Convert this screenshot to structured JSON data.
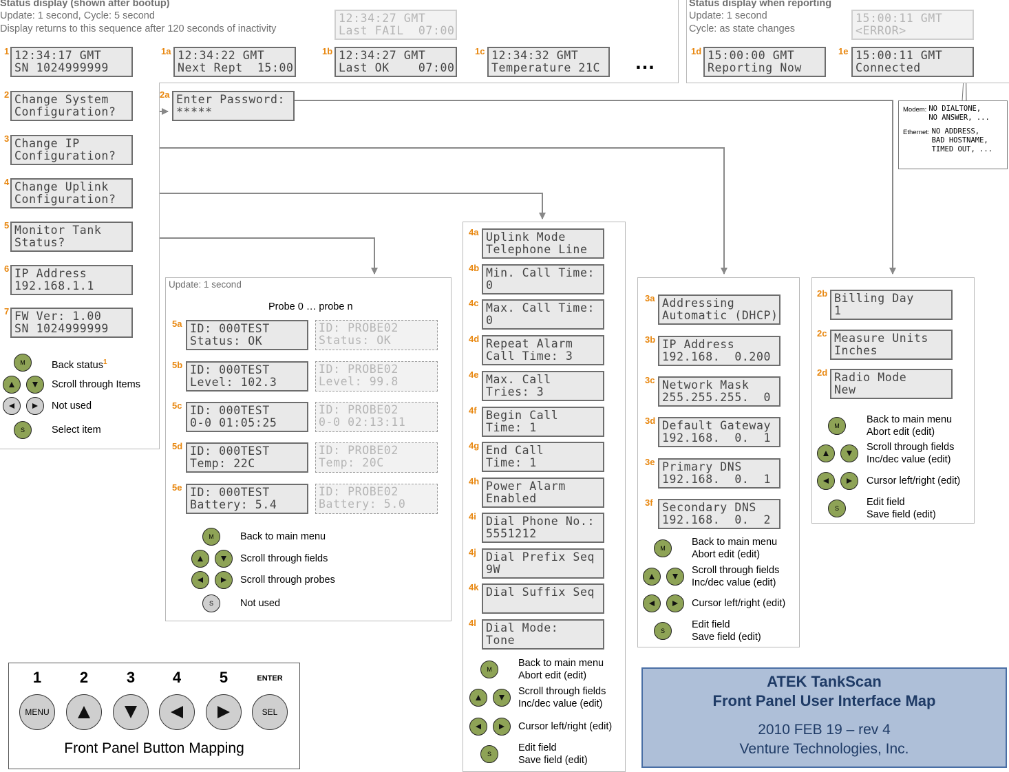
{
  "status_bootup": {
    "title": "Status display (shown after bootup)",
    "update": "Update: 1 second, Cycle: 5 second",
    "returns": "Display returns to this sequence after 120 seconds of inactivity",
    "fail_display": "12:34:27 GMT\nLast FAIL  07:00",
    "screens": [
      {
        "num": "1",
        "text": "12:34:17 GMT\nSN 1024999999"
      },
      {
        "num": "1a",
        "text": "12:34:22 GMT\nNext Rept  15:00"
      },
      {
        "num": "1b",
        "text": "12:34:27 GMT\nLast OK    07:00"
      },
      {
        "num": "1c",
        "text": "12:34:32 GMT\nTemperature 21C"
      }
    ],
    "ellipsis": "…"
  },
  "status_reporting": {
    "title": "Status display when reporting",
    "update": "Update: 1 second",
    "cycle": "Cycle: as state changes",
    "error_display": "15:00:11 GMT\n<ERROR>",
    "screens": [
      {
        "num": "1d",
        "text": "15:00:00 GMT\nReporting Now"
      },
      {
        "num": "1e",
        "text": "15:00:11 GMT\nConnected"
      }
    ]
  },
  "error_note": {
    "modem_label": "Modem:",
    "modem_text": "NO DIALTONE,\nNO ANSWER, ...",
    "ethernet_label": "Ethernet:",
    "ethernet_text": "NO ADDRESS,\nBAD HOSTNAME,\nTIMED OUT, ..."
  },
  "main_menu": [
    {
      "num": "2",
      "text": "Change System\nConfiguration?"
    },
    {
      "num": "3",
      "text": "Change IP\nConfiguration?"
    },
    {
      "num": "4",
      "text": "Change Uplink\nConfiguration?"
    },
    {
      "num": "5",
      "text": "Monitor Tank\nStatus?"
    },
    {
      "num": "6",
      "text": "IP Address\n192.168.1.1"
    },
    {
      "num": "7",
      "text": "FW Ver: 1.00\nSN 1024999999"
    }
  ],
  "main_legend": [
    {
      "icons": [
        "M"
      ],
      "text": "Back status",
      "sup": "1"
    },
    {
      "icons": [
        "up",
        "down"
      ],
      "text": "Scroll through Items",
      "sup": ""
    },
    {
      "icons": [
        "left",
        "right"
      ],
      "text": "Not used",
      "sup": ""
    },
    {
      "icons": [
        "S"
      ],
      "text": "Select item",
      "sup": ""
    }
  ],
  "password": {
    "num": "2a",
    "text": "Enter Password:\n*****"
  },
  "monitor": {
    "update": "Update: 1 second",
    "probe_heading": "Probe 0 … probe n",
    "screens": [
      {
        "num": "5a",
        "text": "ID: 000TEST\nStatus: OK",
        "alt": "ID: PROBE02\nStatus: OK"
      },
      {
        "num": "5b",
        "text": "ID: 000TEST\nLevel: 102.3",
        "alt": "ID: PROBE02\nLevel: 99.8"
      },
      {
        "num": "5c",
        "text": "ID: 000TEST\n0-0 01:05:25",
        "alt": "ID: PROBE02\n0-0 02:13:11"
      },
      {
        "num": "5d",
        "text": "ID: 000TEST\nTemp: 22C",
        "alt": "ID: PROBE02\nTemp: 20C"
      },
      {
        "num": "5e",
        "text": "ID: 000TEST\nBattery: 5.4",
        "alt": "ID: PROBE02\nBattery: 5.0"
      }
    ],
    "legend": [
      {
        "icons": [
          "M"
        ],
        "text": "Back to main menu"
      },
      {
        "icons": [
          "up",
          "down"
        ],
        "text": "Scroll through fields"
      },
      {
        "icons": [
          "left",
          "right"
        ],
        "text": "Scroll through probes"
      },
      {
        "icons": [
          "Sg"
        ],
        "text": "Not used"
      }
    ]
  },
  "uplink": {
    "screens": [
      {
        "num": "4a",
        "text": "Uplink Mode\nTelephone Line"
      },
      {
        "num": "4b",
        "text": "Min. Call Time:\n0"
      },
      {
        "num": "4c",
        "text": "Max. Call Time:\n0"
      },
      {
        "num": "4d",
        "text": "Repeat Alarm\nCall Time: 3"
      },
      {
        "num": "4e",
        "text": "Max. Call\nTries: 3"
      },
      {
        "num": "4f",
        "text": "Begin Call\nTime: 1"
      },
      {
        "num": "4g",
        "text": "End Call\nTime: 1"
      },
      {
        "num": "4h",
        "text": "Power Alarm\nEnabled"
      },
      {
        "num": "4i",
        "text": "Dial Phone No.:\n5551212"
      },
      {
        "num": "4j",
        "text": "Dial Prefix Seq\n9W"
      },
      {
        "num": "4k",
        "text": "Dial Suffix Seq\n"
      },
      {
        "num": "4l",
        "text": "Dial Mode:\nTone"
      }
    ],
    "legend": [
      {
        "icons": [
          "M"
        ],
        "text": "Back to main menu\nAbort edit (edit)"
      },
      {
        "icons": [
          "up",
          "down"
        ],
        "text": "Scroll through fields\nInc/dec value (edit)"
      },
      {
        "icons": [
          "left",
          "right"
        ],
        "text": "Cursor left/right (edit)"
      },
      {
        "icons": [
          "S"
        ],
        "text": "Edit field\nSave field (edit)"
      }
    ]
  },
  "ip": {
    "screens": [
      {
        "num": "3a",
        "text": "Addressing\nAutomatic (DHCP)"
      },
      {
        "num": "3b",
        "text": "IP Address\n192.168.  0.200"
      },
      {
        "num": "3c",
        "text": "Network Mask\n255.255.255.  0"
      },
      {
        "num": "3d",
        "text": "Default Gateway\n192.168.  0.  1"
      },
      {
        "num": "3e",
        "text": "Primary DNS\n192.168.  0.  1"
      },
      {
        "num": "3f",
        "text": "Secondary DNS\n192.168.  0.  2"
      }
    ],
    "legend": [
      {
        "icons": [
          "M"
        ],
        "text": "Back to main menu\nAbort edit (edit)"
      },
      {
        "icons": [
          "up",
          "down"
        ],
        "text": "Scroll through fields\nInc/dec value (edit)"
      },
      {
        "icons": [
          "left",
          "right"
        ],
        "text": "Cursor left/right (edit)"
      },
      {
        "icons": [
          "S"
        ],
        "text": "Edit field\nSave field (edit)"
      }
    ]
  },
  "system": {
    "screens": [
      {
        "num": "2b",
        "text": "Billing Day\n1"
      },
      {
        "num": "2c",
        "text": "Measure Units\nInches"
      },
      {
        "num": "2d",
        "text": "Radio Mode\nNew"
      }
    ],
    "legend": [
      {
        "icons": [
          "M"
        ],
        "text": "Back to main menu\nAbort edit (edit)"
      },
      {
        "icons": [
          "up",
          "down"
        ],
        "text": "Scroll through fields\nInc/dec value (edit)"
      },
      {
        "icons": [
          "left",
          "right"
        ],
        "text": "Cursor left/right (edit)"
      },
      {
        "icons": [
          "S"
        ],
        "text": "Edit field\nSave field (edit)"
      }
    ]
  },
  "button_mapping": {
    "title": "Front Panel Button Mapping",
    "buttons": [
      {
        "num": "1",
        "label": "MENU",
        "icon": ""
      },
      {
        "num": "2",
        "label": "",
        "icon": "up"
      },
      {
        "num": "3",
        "label": "",
        "icon": "down"
      },
      {
        "num": "4",
        "label": "",
        "icon": "left"
      },
      {
        "num": "5",
        "label": "",
        "icon": "right"
      },
      {
        "num": "ENTER",
        "label": "SEL",
        "icon": ""
      }
    ]
  },
  "title_box": {
    "line1": "ATEK TankScan",
    "line2": "Front Panel User Interface Map",
    "line3": "2010 FEB 19 – rev 4",
    "line4": "Venture Technologies, Inc."
  }
}
